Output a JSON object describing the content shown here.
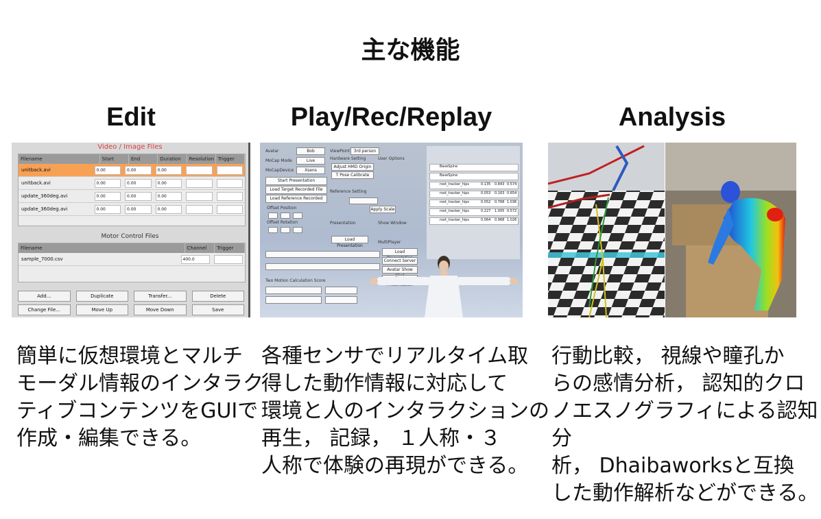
{
  "title": "主な機能",
  "columns": [
    {
      "heading": "Edit",
      "description": [
        "簡単に仮想環境とマルチ",
        "モーダル情報のインタラク",
        "ティブコンテンツをGUIで",
        "作成・編集できる。"
      ]
    },
    {
      "heading": "Play/Rec/Replay",
      "description": [
        "各種センサでリアルタイム取",
        "得した動作情報に対応して",
        "環境と人のインタラクションの",
        "再生， 記録， １人称・３",
        "人称で体験の再現ができる。"
      ]
    },
    {
      "heading": "Analysis",
      "description": [
        "行動比較， 視線や瞳孔か",
        "らの感情分析， 認知的クロ",
        "ノエスノグラフィによる認知分",
        "析， Dhaibaworksと互換",
        "した動作解析などができる。"
      ]
    }
  ],
  "edit_ui": {
    "panel_title": "Video / Image Files",
    "columns": [
      "Filename",
      "Start",
      "End",
      "Duration",
      "Resolution",
      "Trigger"
    ],
    "rows": [
      {
        "name": "unitback.avi",
        "v1": "0.00",
        "v2": "0.00",
        "v3": "0.00"
      },
      {
        "name": "unitback.avi",
        "v1": "0.00",
        "v2": "0.00",
        "v3": "0.00"
      },
      {
        "name": "update_360deg.avi",
        "v1": "0.00",
        "v2": "0.00",
        "v3": "0.00"
      },
      {
        "name": "update_360deg.avi",
        "v1": "0.00",
        "v2": "0.00",
        "v3": "0.00"
      }
    ],
    "motor_title": "Motor Control Files",
    "motor_columns": [
      "Filename",
      "Channel",
      "Trigger"
    ],
    "motor_rows": [
      {
        "name": "sample_7000.csv",
        "v1": "400.0"
      }
    ],
    "buttons": [
      "Add...",
      "Duplicate",
      "Transfer...",
      "Delete",
      "Change File...",
      "Move Up",
      "Move Down",
      "Save"
    ]
  },
  "play_ui": {
    "fields": [
      {
        "label": "Avatar",
        "value": "Bob"
      },
      {
        "label": "MoCap Mode",
        "value": "Live"
      },
      {
        "label": "MoCapDevice",
        "value": "Xsens"
      }
    ],
    "viewpoint_label": "ViewPoint",
    "viewpoint_value": "3rd person",
    "buttons": [
      "Start Presentation",
      "Load Target Recorded File",
      "Load Reference Recorded",
      "Adjust HMD Origin",
      "T Pose Calibrate",
      "Apply Scale",
      "Load Presentation",
      "Load Presentation",
      "Connect Server",
      "Avatar Show Skel",
      "Start Presentation"
    ],
    "groups": [
      "Hardware Setting",
      "User Options",
      "Reference Setting",
      "Offset Position",
      "Offset Rotation",
      "Presentation",
      "Show Window",
      "MultiPlayer",
      "Two Motion Calculation Score"
    ],
    "table_rows": [
      "BaseSpine",
      "BaseSpine",
      "root_tracker_hips",
      "root_tracker_hips",
      "root_tracker_hips",
      "root_tracker_hips",
      "root_tracker_hips"
    ],
    "table_vals": [
      [
        "",
        "",
        ""
      ],
      [
        "",
        "",
        ""
      ],
      [
        "0.135",
        "0.843",
        "0.574"
      ],
      [
        "0.053",
        "0.163",
        "0.654"
      ],
      [
        "0.052",
        "0.768",
        "1.036"
      ],
      [
        "0.227",
        "1.005",
        "0.572"
      ],
      [
        "0.064",
        "0.968",
        "1.026"
      ]
    ]
  },
  "colors": {
    "accent_orange": "#f7a155",
    "edit_title_red": "#e04040"
  }
}
